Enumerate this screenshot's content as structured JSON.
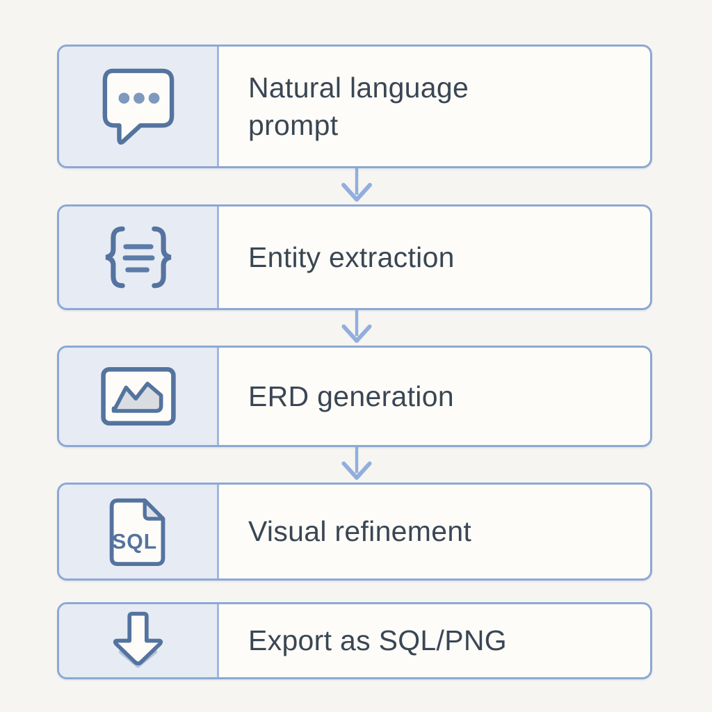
{
  "flowchart": {
    "steps": [
      {
        "icon": "chat-bubble-icon",
        "label": "Natural language prompt"
      },
      {
        "icon": "curly-braces-icon",
        "label": "Entity extraction"
      },
      {
        "icon": "image-icon",
        "label": "ERD generation"
      },
      {
        "icon": "sql-file-icon",
        "label": "Visual refinement"
      },
      {
        "icon": "download-arrow-icon",
        "label": "Export as SQL/PNG"
      }
    ],
    "sql_file_icon_text": "SQL",
    "colors": {
      "page_bg": "#f7f5f1",
      "box_bg": "#fdfcf8",
      "icon_panel_bg": "#e7ebf4",
      "border": "#8ca8d4",
      "icon_stroke": "#54739f",
      "icon_dot": "#7e99bd",
      "mountain_fill": "#d9dde2",
      "fold_fill": "#dfe3e9",
      "arrow": "#92aedd",
      "text": "#3a4654"
    }
  }
}
